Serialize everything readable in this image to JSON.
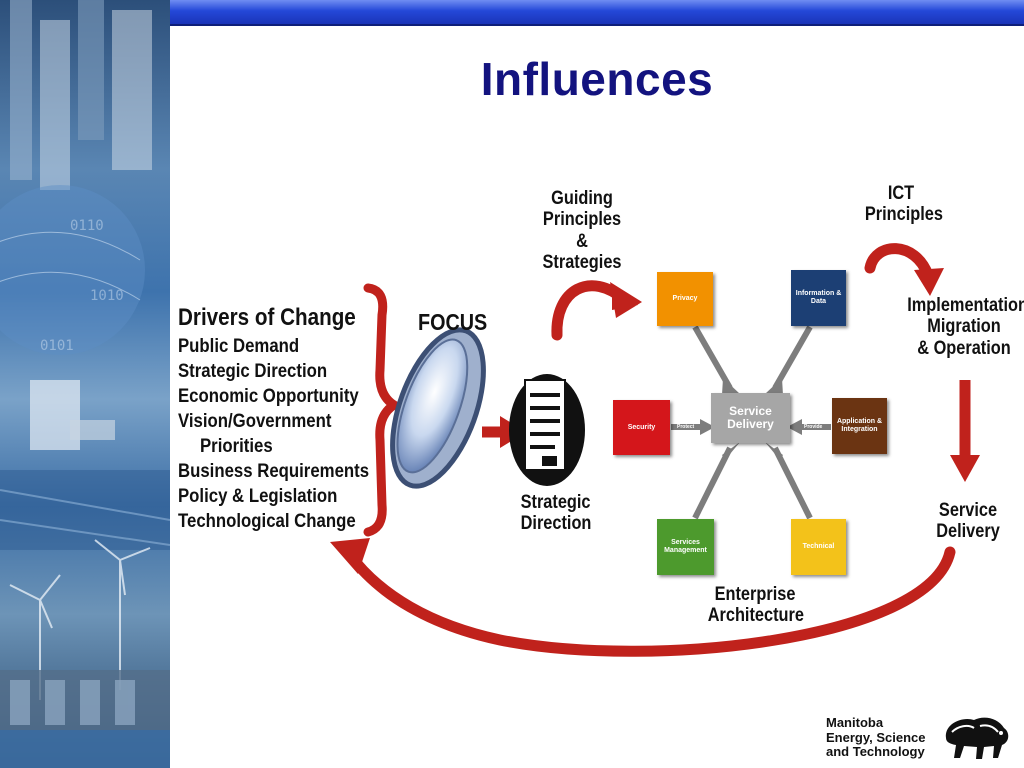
{
  "slide": {
    "title": "Influences"
  },
  "diagram": {
    "drivers_title": "Drivers of Change",
    "drivers": [
      "Public Demand",
      "Strategic Direction",
      "Economic Opportunity",
      "Vision/Government",
      "Priorities",
      "Business Requirements",
      "Policy & Legislation",
      "Technological Change"
    ],
    "focus_label": "FOCUS",
    "strategic_direction": [
      "Strategic",
      "Direction"
    ],
    "guiding": [
      "Guiding",
      "Principles",
      "& Strategies"
    ],
    "ict": [
      "ICT",
      "Principles"
    ],
    "implementation": [
      "Implementation",
      "Migration",
      "& Operation"
    ],
    "service_delivery_right": [
      "Service",
      "Delivery"
    ],
    "enterprise_architecture": [
      "Enterprise",
      "Architecture"
    ],
    "boxes": {
      "privacy": "Privacy",
      "information_data": "Information & Data",
      "security": "Security",
      "service_delivery": "Service Delivery",
      "applications": "Application & Integration",
      "services_management": "Services Management",
      "technical": "Technical"
    },
    "connector_labels": {
      "security": "Protect",
      "applications": "Provide"
    }
  },
  "logo": {
    "lines": [
      "Manitoba",
      "Energy, Science",
      "and Technology"
    ]
  },
  "colors": {
    "title": "#13137f",
    "arrow_red": "#c0221c",
    "top_bar": "#2448d8"
  }
}
